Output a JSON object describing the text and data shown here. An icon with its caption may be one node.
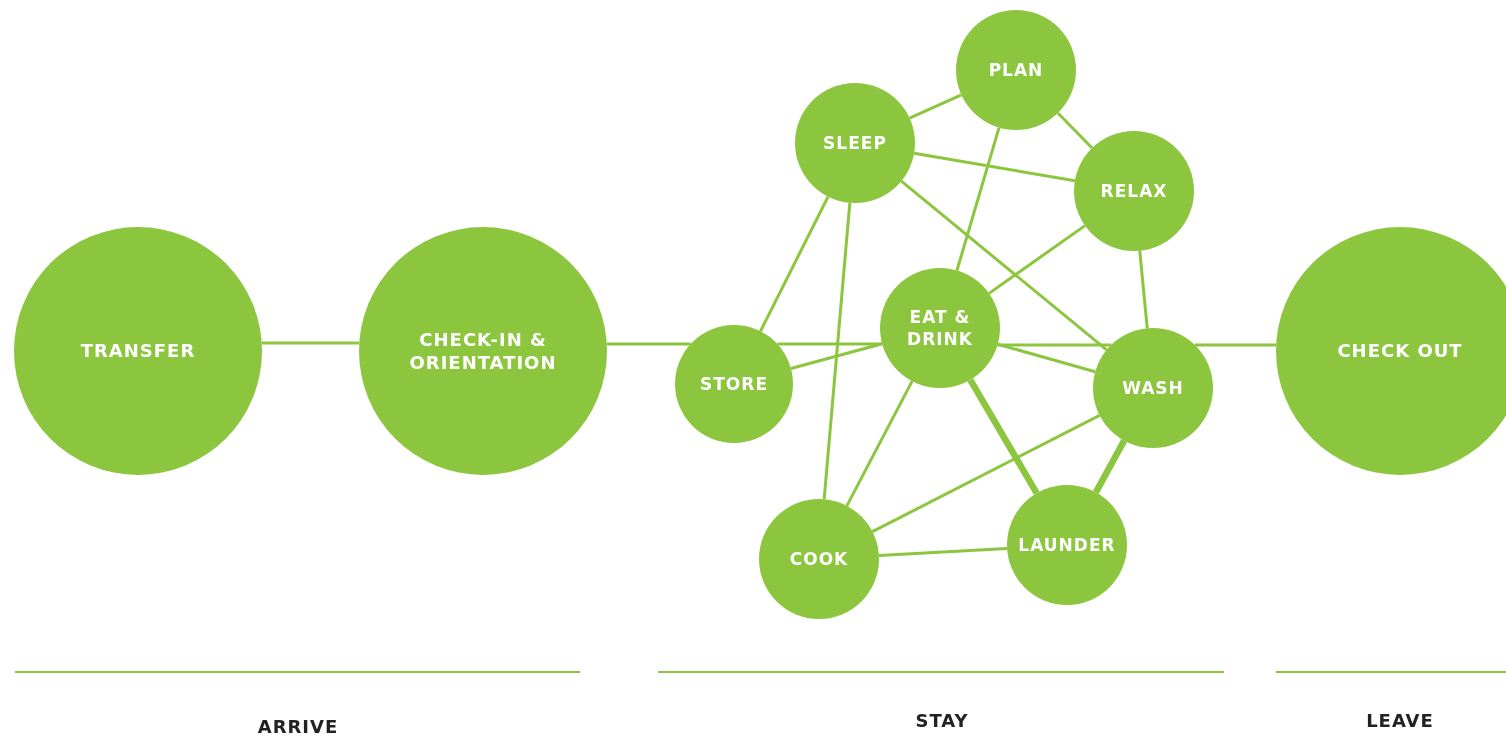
{
  "diagram": {
    "nodes": [
      {
        "text": [
          "TRANSFER"
        ]
      },
      {
        "text": [
          "CHECK-IN & ORIENTATION"
        ]
      },
      {
        "text": [
          "STORE"
        ]
      },
      {
        "text": [
          "SLEEP"
        ]
      },
      {
        "text": [
          "PLAN"
        ]
      },
      {
        "text": [
          "EAT & DRINK"
        ]
      },
      {
        "text": [
          "RELAX"
        ]
      },
      {
        "text": [
          "WASH"
        ]
      },
      {
        "text": [
          "COOK"
        ]
      },
      {
        "text": [
          "LAUNDER"
        ]
      },
      {
        "text": [
          "CHECK OUT"
        ]
      }
    ],
    "edges": [
      {
        "from": 0,
        "to": 1,
        "arrow": "none"
      },
      {
        "from": 1,
        "to": 2,
        "arrow": "none"
      },
      {
        "from": 2,
        "to": 5,
        "arrow": "none"
      },
      {
        "from": 2,
        "to": 5,
        "arrow": "none"
      },
      {
        "from": 3,
        "to": 4,
        "arrow": "none"
      },
      {
        "from": 3,
        "to": 6,
        "arrow": "none"
      },
      {
        "from": 3,
        "to": 7,
        "arrow": "none"
      },
      {
        "from": 3,
        "to": 2,
        "arrow": "none"
      },
      {
        "from": 3,
        "to": 8,
        "arrow": "none"
      },
      {
        "from": 4,
        "to": 6,
        "arrow": "none"
      },
      {
        "from": 4,
        "to": 5,
        "arrow": "none"
      },
      {
        "from": 6,
        "to": 5,
        "arrow": "none"
      },
      {
        "from": 6,
        "to": 7,
        "arrow": "none"
      },
      {
        "from": 5,
        "to": 7,
        "arrow": "none"
      },
      {
        "from": 5,
        "to": 7,
        "arrow": "none"
      },
      {
        "from": 5,
        "to": 8,
        "arrow": "none"
      },
      {
        "from": 5,
        "to": 9,
        "arrow": "none",
        "style": "thick"
      },
      {
        "from": 7,
        "to": 8,
        "arrow": "none"
      },
      {
        "from": 7,
        "to": 9,
        "arrow": "none",
        "style": "thick"
      },
      {
        "from": 8,
        "to": 9,
        "arrow": "none"
      },
      {
        "from": 7,
        "to": 10,
        "arrow": "none"
      }
    ],
    "labels": [
      "ARRIVE",
      "STAY",
      "LEAVE"
    ]
  }
}
